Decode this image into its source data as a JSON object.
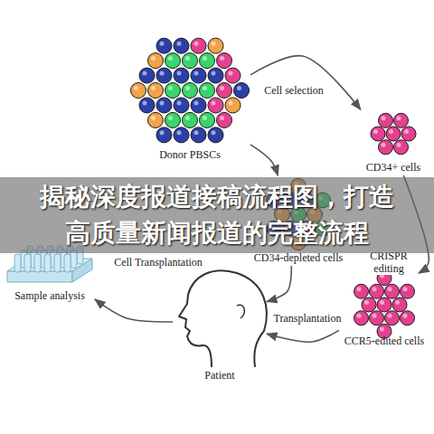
{
  "diagram": {
    "title": "揭秘深度报道接稿流程图，打造高质量新闻报道的完整流程",
    "nodes": [
      {
        "text": [
          "Donor PBSCs"
        ]
      },
      {
        "text": [
          "CD34+ cells"
        ]
      },
      {
        "text": [
          "CD34-depleted cells"
        ]
      },
      {
        "text": [
          "CCR5-edited cells"
        ]
      },
      {
        "text": [
          "Sample analysis"
        ]
      },
      {
        "text": [
          "Patient"
        ]
      }
    ],
    "edges": [
      {
        "from": 0,
        "to": 1,
        "label": "Cell selection",
        "arrow": "to"
      },
      {
        "from": 0,
        "to": 2,
        "arrow": "to"
      },
      {
        "from": 1,
        "to": 3,
        "label": "CRISPR editing",
        "arrow": "to"
      },
      {
        "from": 3,
        "to": 5,
        "label": "Transplantation",
        "arrow": "to"
      },
      {
        "from": 2,
        "to": 5,
        "arrow": "to"
      },
      {
        "from": 5,
        "to": 4,
        "arrow": "to"
      }
    ],
    "labels": [
      "Cell Transplantation"
    ]
  }
}
